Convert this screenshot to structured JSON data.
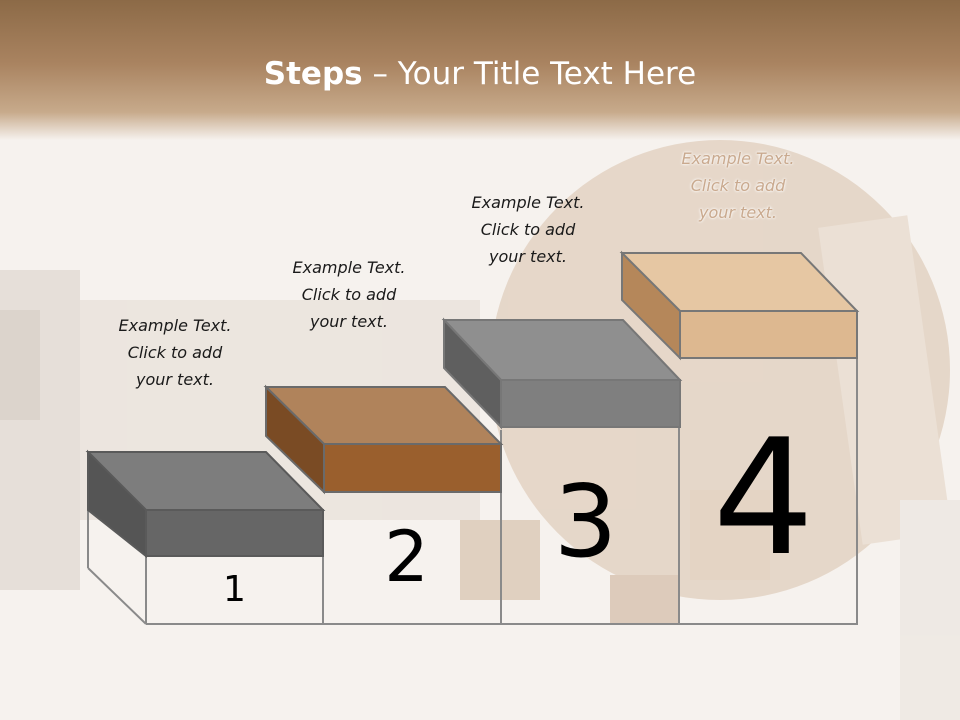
{
  "slide": {
    "title_bold": "Steps",
    "title_rest": " – Your Title Text Here"
  },
  "steps": [
    {
      "number": "1",
      "caption": [
        "Example Text.",
        "Click  to add",
        "your text."
      ],
      "box_color": "#666666"
    },
    {
      "number": "2",
      "caption": [
        "Example Text.",
        "Click  to add",
        "your text."
      ],
      "box_color": "#9a5f2d"
    },
    {
      "number": "3",
      "caption": [
        "Example Text.",
        "Click  to add",
        "your text."
      ],
      "box_color": "#7f7f7f"
    },
    {
      "number": "4",
      "caption": [
        "Example Text.",
        "Click  to add",
        "your text."
      ],
      "box_color": "#ddb890"
    }
  ],
  "colors": {
    "header_brown": "#8c6a47",
    "background": "#f6f2ee",
    "outline": "#8a8a8a"
  }
}
